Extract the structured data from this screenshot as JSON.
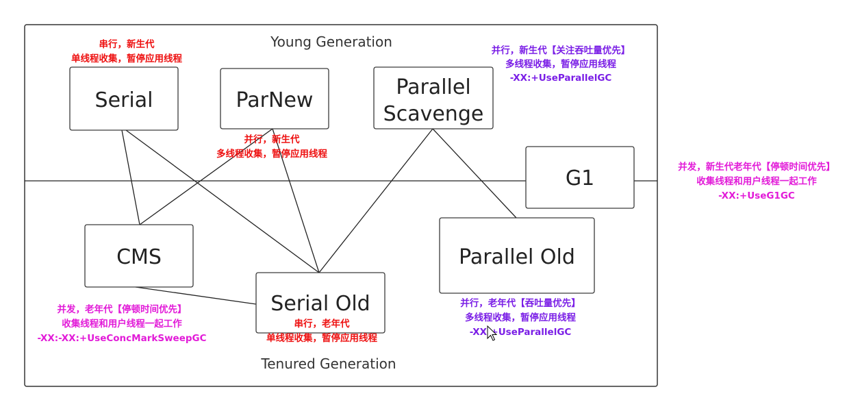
{
  "regions": {
    "young": "Young Generation",
    "tenured": "Tenured Generation"
  },
  "collectors": {
    "serial": "Serial",
    "parnew": "ParNew",
    "parallel_scavenge_line1": "Parallel",
    "parallel_scavenge_line2": "Scavenge",
    "g1": "G1",
    "cms": "CMS",
    "serial_old": "Serial Old",
    "parallel_old": "Parallel Old"
  },
  "notes": {
    "serial": [
      "串行，新生代",
      "单线程收集，暂停应用线程"
    ],
    "parnew": [
      "并行，新生代",
      "多线程收集，暂停应用线程"
    ],
    "parallel_scavenge": [
      "并行，新生代【关注吞吐量优先】",
      "多线程收集，暂停应用线程",
      "-XX:+UseParallelGC"
    ],
    "g1": [
      "并发，新生代老年代【停顿时间优先】",
      "收集线程和用户线程一起工作",
      "-XX:+UseG1GC"
    ],
    "cms": [
      "并发，老年代【停顿时间优先】",
      "收集线程和用户线程一起工作",
      "-XX:-XX:+UseConcMarkSweepGC"
    ],
    "serial_old": [
      "串行，老年代",
      "单线程收集，暂停应用线程"
    ],
    "parallel_old": [
      "并行，老年代【吞吐量优先】",
      "多线程收集，暂停应用线程",
      "-XX:+UseParallelGC"
    ]
  },
  "colors": {
    "serial_note": "#ee1111",
    "parallel_note": "#7a1ee6",
    "concurrent_note": "#e21bd8"
  },
  "connections": [
    [
      "serial",
      "cms"
    ],
    [
      "serial",
      "serial-old"
    ],
    [
      "parnew",
      "cms"
    ],
    [
      "parnew",
      "serial-old"
    ],
    [
      "parallel-scavenge",
      "serial-old"
    ],
    [
      "parallel-scavenge",
      "parallel-old"
    ],
    [
      "cms",
      "serial-old"
    ]
  ]
}
